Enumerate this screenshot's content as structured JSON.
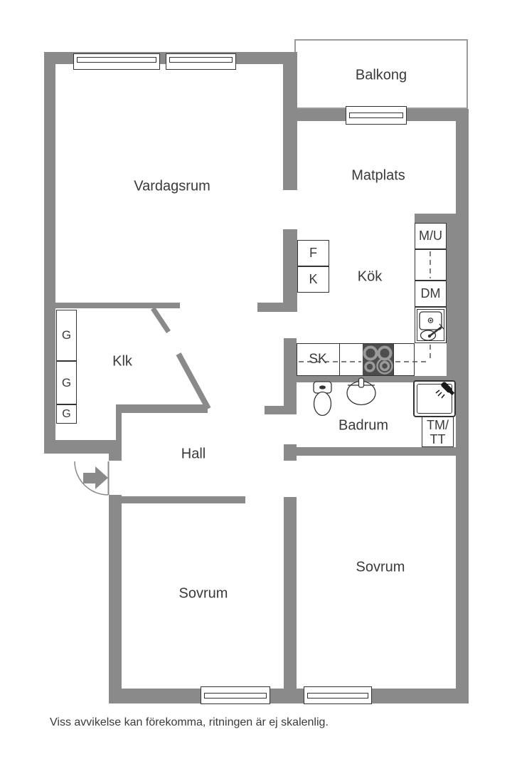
{
  "rooms": {
    "balkong": "Balkong",
    "vardagsrum": "Vardagsrum",
    "matplats": "Matplats",
    "kok": "Kök",
    "klk": "Klk",
    "hall": "Hall",
    "badrum": "Badrum",
    "sovrum_left": "Sovrum",
    "sovrum_right": "Sovrum"
  },
  "fixtures": {
    "fridge": "F",
    "freezer": "K",
    "micro_oven": "M/U",
    "dishwasher": "DM",
    "cabinet": "SK",
    "washer_line1": "TM/",
    "washer_line2": "TT",
    "wardrobe1": "G",
    "wardrobe2": "G",
    "wardrobe3": "G"
  },
  "footer": {
    "disclaimer": "Viss avvikelse kan förekomma, ritningen är ej skalenlig."
  },
  "icons": {
    "toilet": "toilet-icon",
    "bathroom_sink": "bathroom-sink-icon",
    "kitchen_sink": "kitchen-sink-icon",
    "stove_burners": "stove-burners-icon",
    "shower_head": "shower-head-icon",
    "entry_arrow": "entry-arrow-icon",
    "door_arc": "door-arc-icon"
  },
  "colors": {
    "wall": "#8a8a8a",
    "line": "#333333",
    "text": "#3a3a3a",
    "stove": "#4d4d4d"
  }
}
